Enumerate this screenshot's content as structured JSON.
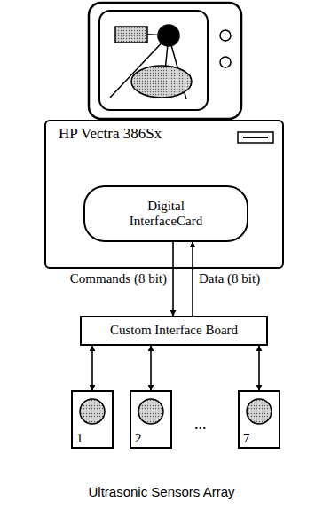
{
  "diagram": {
    "nodes": [
      {
        "text": [
          "HP Vectra 386Sx"
        ]
      },
      {
        "text": [
          "Digital InterfaceCard"
        ],
        "in": 0
      },
      {
        "text": [
          "Custom Interface Board"
        ]
      },
      {
        "text": [
          "1"
        ]
      },
      {
        "text": [
          "2"
        ]
      },
      {
        "text": [
          "7"
        ]
      }
    ],
    "edges": [
      {
        "from": 1,
        "to": 2,
        "arrow": "to",
        "label": "Commands (8 bit)"
      },
      {
        "from": 2,
        "to": 1,
        "arrow": "to",
        "label": "Data (8 bit)"
      },
      {
        "from": 2,
        "to": 3,
        "arrow": "both"
      },
      {
        "from": 2,
        "to": 4,
        "arrow": "both"
      },
      {
        "from": 2,
        "to": 5,
        "arrow": "both"
      }
    ],
    "labels": [
      "...",
      "Ultrasonic Sensors Array"
    ]
  }
}
